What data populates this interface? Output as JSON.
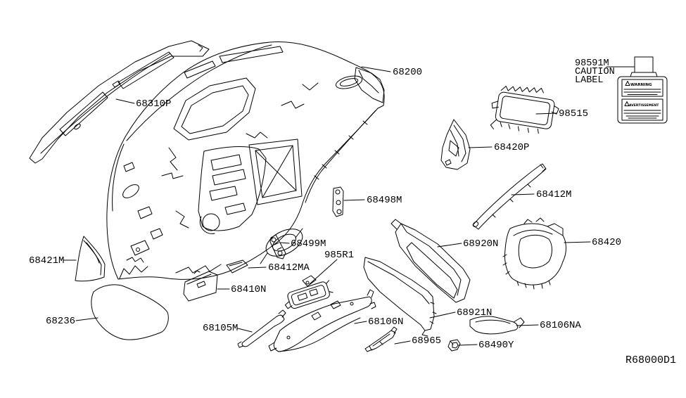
{
  "diagram": {
    "ref_code": "R68000D1",
    "note": {
      "line1": "98591M",
      "line2": "CAUTION",
      "line3": "LABEL"
    },
    "sticker": {
      "warning": "WARNING",
      "avertissement": "AVERTISSEMENT"
    },
    "line_color": "#000000",
    "background": "#ffffff",
    "parts": [
      {
        "code": "68310P"
      },
      {
        "code": "68200"
      },
      {
        "code": "98515"
      },
      {
        "code": "68420P"
      },
      {
        "code": "68412M"
      },
      {
        "code": "68498M"
      },
      {
        "code": "68499M"
      },
      {
        "code": "985R1"
      },
      {
        "code": "68412MA"
      },
      {
        "code": "68410N"
      },
      {
        "code": "68421M"
      },
      {
        "code": "68236"
      },
      {
        "code": "68105M"
      },
      {
        "code": "68106N"
      },
      {
        "code": "68920N"
      },
      {
        "code": "68921N"
      },
      {
        "code": "68420"
      },
      {
        "code": "68106NA"
      },
      {
        "code": "68965"
      },
      {
        "code": "68490Y"
      }
    ]
  }
}
